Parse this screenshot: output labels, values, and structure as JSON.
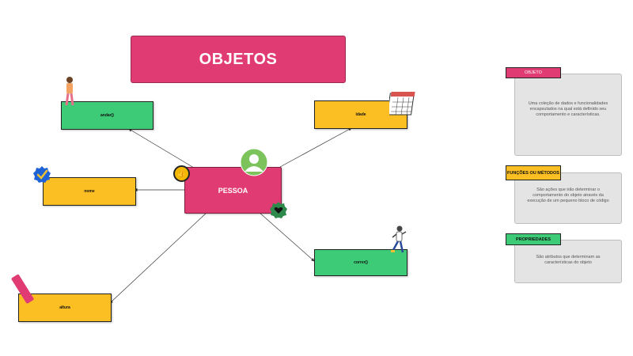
{
  "title": "OBJETOS",
  "center_label": "PESSOA",
  "nodes": {
    "andar": "andar()",
    "idade": "idade",
    "nome": "nome",
    "correr": "correr()",
    "altura": "altura"
  },
  "legend": {
    "objeto": {
      "tag": "OBJETO",
      "text": "Uma coleção de dados e funcionalidades encapsulados na qual está definido seu comportamento e características."
    },
    "funcoes": {
      "tag": "FUNÇÕES OU MÉTODOS",
      "text": "São ações que irão determinar o comportamento do objeto através da execução de um pequeno bloco de código"
    },
    "propriedades": {
      "tag": "PROPRIEDADES",
      "text": "São atributos  que determinam as características do objeto"
    }
  },
  "colors": {
    "pink": "#e13b73",
    "green": "#3dcb77",
    "yellow": "#fbbf24",
    "card": "#e4e4e4"
  }
}
